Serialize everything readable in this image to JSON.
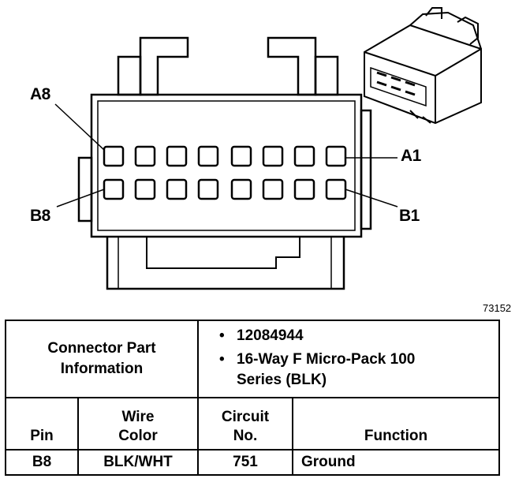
{
  "diagram": {
    "pin_labels": {
      "a8": "A8",
      "a1": "A1",
      "b8": "B8",
      "b1": "B1"
    },
    "figure_number": "73152"
  },
  "table": {
    "part_info_label_line1": "Connector Part",
    "part_info_label_line2": "Information",
    "part_details": [
      {
        "bullet": "•",
        "text": "12084944"
      },
      {
        "bullet": "•",
        "text": "16-Way F Micro-Pack 100 Series (BLK)"
      }
    ],
    "headers": {
      "pin": "Pin",
      "wire_color_line1": "Wire",
      "wire_color_line2": "Color",
      "circuit_line1": "Circuit",
      "circuit_line2": "No.",
      "function": "Function"
    },
    "rows": [
      {
        "pin": "B8",
        "wire_color": "BLK/WHT",
        "circuit": "751",
        "function": "Ground"
      }
    ]
  }
}
